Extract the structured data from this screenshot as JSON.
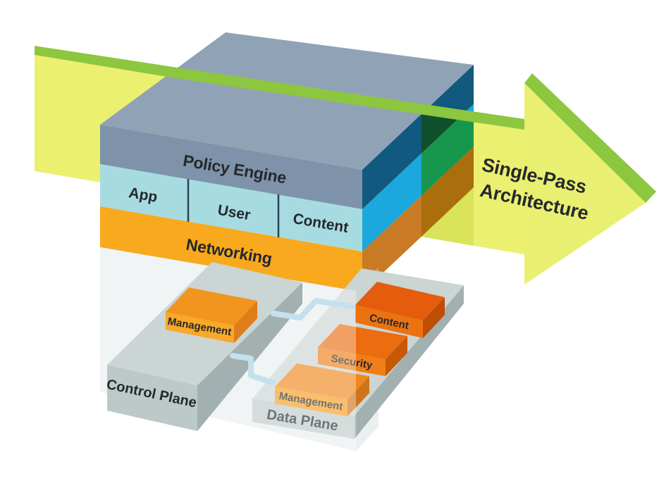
{
  "diagram": {
    "appliance": {
      "policy_engine": "Policy Engine",
      "app": "App",
      "user": "User",
      "content": "Content",
      "networking": "Networking"
    },
    "control_plane": {
      "title": "Control Plane",
      "management": "Management"
    },
    "data_plane": {
      "title": "Data Plane",
      "management": "Management",
      "security": "Security",
      "content": "Content"
    },
    "arrow": {
      "line1": "Single-Pass",
      "line2": "Architecture"
    }
  },
  "colors": {
    "background": "#ffffff",
    "arrow_body": "#ebf070",
    "arrow_top": "#8dc63f",
    "arrow_head": "#e9ef70",
    "arrow_overlay": "#d9e45a",
    "box_top": "#90a3b6",
    "policy_front": "#7e93a9",
    "policy_side": "#11597e",
    "layer_front": "#a6dbe2",
    "layer_side": "#1ba8dc",
    "networking_front": "#f8a91d",
    "networking_side": "#c87b24",
    "divider": "#2e4252",
    "text_dark": "#25282b",
    "ghost_interior": "#e9eeee",
    "ghost_front": "rgba(255,255,255,0.35)",
    "ghost_side": "rgba(203,216,216,0.40)",
    "cable": "#c4e0ec",
    "slab_top": "#cbd5d3",
    "slab_front": "#bdc9c9",
    "slab_side": "#a2b0b2",
    "mgmt_ctrl_top": "#f2951f",
    "mgmt_ctrl_front": "#f9a828",
    "mgmt_ctrl_side": "#df7d18",
    "mgmt_data_top": "#f0881c",
    "mgmt_data_front": "#f79d1f",
    "mgmt_data_side": "#d0741c",
    "security_top": "#ec6c10",
    "security_front": "#ef7f16",
    "security_side": "#c65806",
    "content_top": "#e45c0c",
    "content_front": "#ec7210",
    "content_side": "#bf4d05"
  }
}
